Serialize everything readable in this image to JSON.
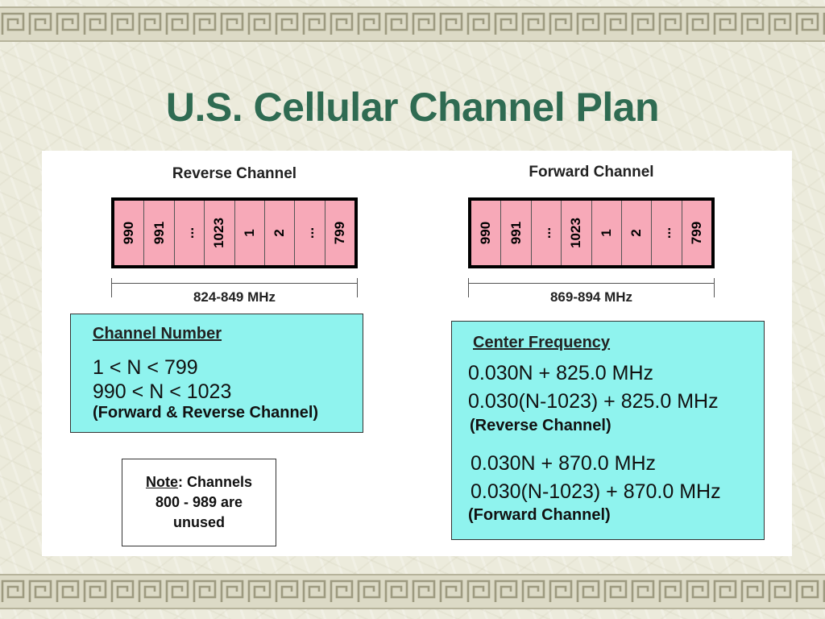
{
  "title": "U.S. Cellular Channel Plan",
  "reverse": {
    "heading": "Reverse Channel",
    "channels": [
      "990",
      "991",
      "...",
      "1023",
      "1",
      "2",
      "...",
      "799"
    ],
    "range": "824-849 MHz"
  },
  "forward": {
    "heading": "Forward Channel",
    "channels": [
      "990",
      "991",
      "...",
      "1023",
      "1",
      "2",
      "...",
      "799"
    ],
    "range": "869-894 MHz"
  },
  "channel_number": {
    "heading": "Channel Number",
    "line1": "1 < N < 799",
    "line2": "990 < N < 1023",
    "note": "(Forward & Reverse Channel)"
  },
  "center_frequency": {
    "heading": "Center Frequency",
    "reverse_formula1": "0.030N + 825.0 MHz",
    "reverse_formula2": "0.030(N-1023) + 825.0 MHz",
    "reverse_label": "(Reverse Channel)",
    "forward_formula1": "0.030N + 870.0 MHz",
    "forward_formula2": "0.030(N-1023) + 870.0 MHz",
    "forward_label": "(Forward Channel)"
  },
  "note": {
    "label": "Note",
    "text1": ": Channels",
    "text2": "800 - 989 are",
    "text3": "unused"
  },
  "colors": {
    "title": "#2f6b52",
    "channel_fill": "#f7a9b8",
    "info_box_fill": "#8ff3ee"
  }
}
